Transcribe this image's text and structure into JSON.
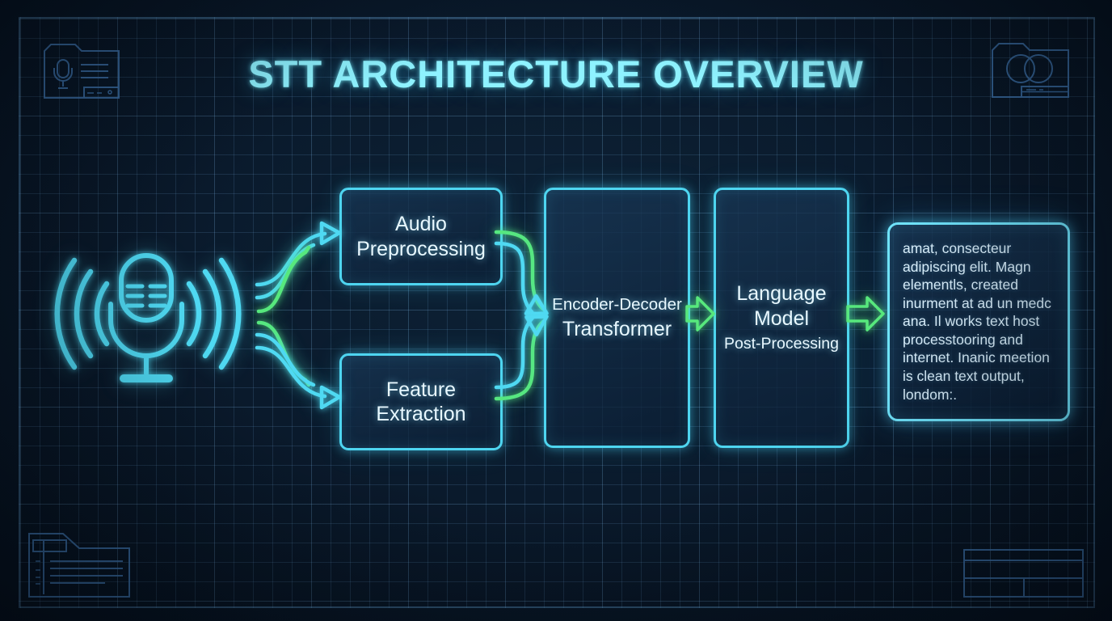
{
  "title": "STT ARCHITECTURE OVERVIEW",
  "nodes": {
    "audio_preprocessing": {
      "label": "Audio Preprocessing"
    },
    "feature_extraction": {
      "label": "Feature Extraction"
    },
    "encoder_decoder": {
      "line1": "Encoder-Decoder",
      "line2": "Transformer"
    },
    "language_model": {
      "line1": "Language Model",
      "line2": "Post-Processing"
    },
    "output_text": {
      "text": "amat, consecteur adipiscing elit. Magn elementls, created inurment at ad un medc ana. Il works text host processtooring and internet. Inanic meetion is clean text output, londom:."
    }
  },
  "icons": {
    "left_input": "microphone-with-sound-waves-icon",
    "top_left": "folder-voice-note-icon",
    "top_right": "folder-venn-diagram-icon",
    "bottom_left": "document-list-icon",
    "bottom_right": "title-block-table"
  },
  "colors": {
    "background": "#0a1a2c",
    "grid_line": "#1e4066",
    "frame_blue": "#3f74ad",
    "neon_cyan": "#4fd9f2",
    "neon_green": "#57e87d",
    "title_text": "#8ef2ff",
    "node_text": "#e8f8ff"
  }
}
